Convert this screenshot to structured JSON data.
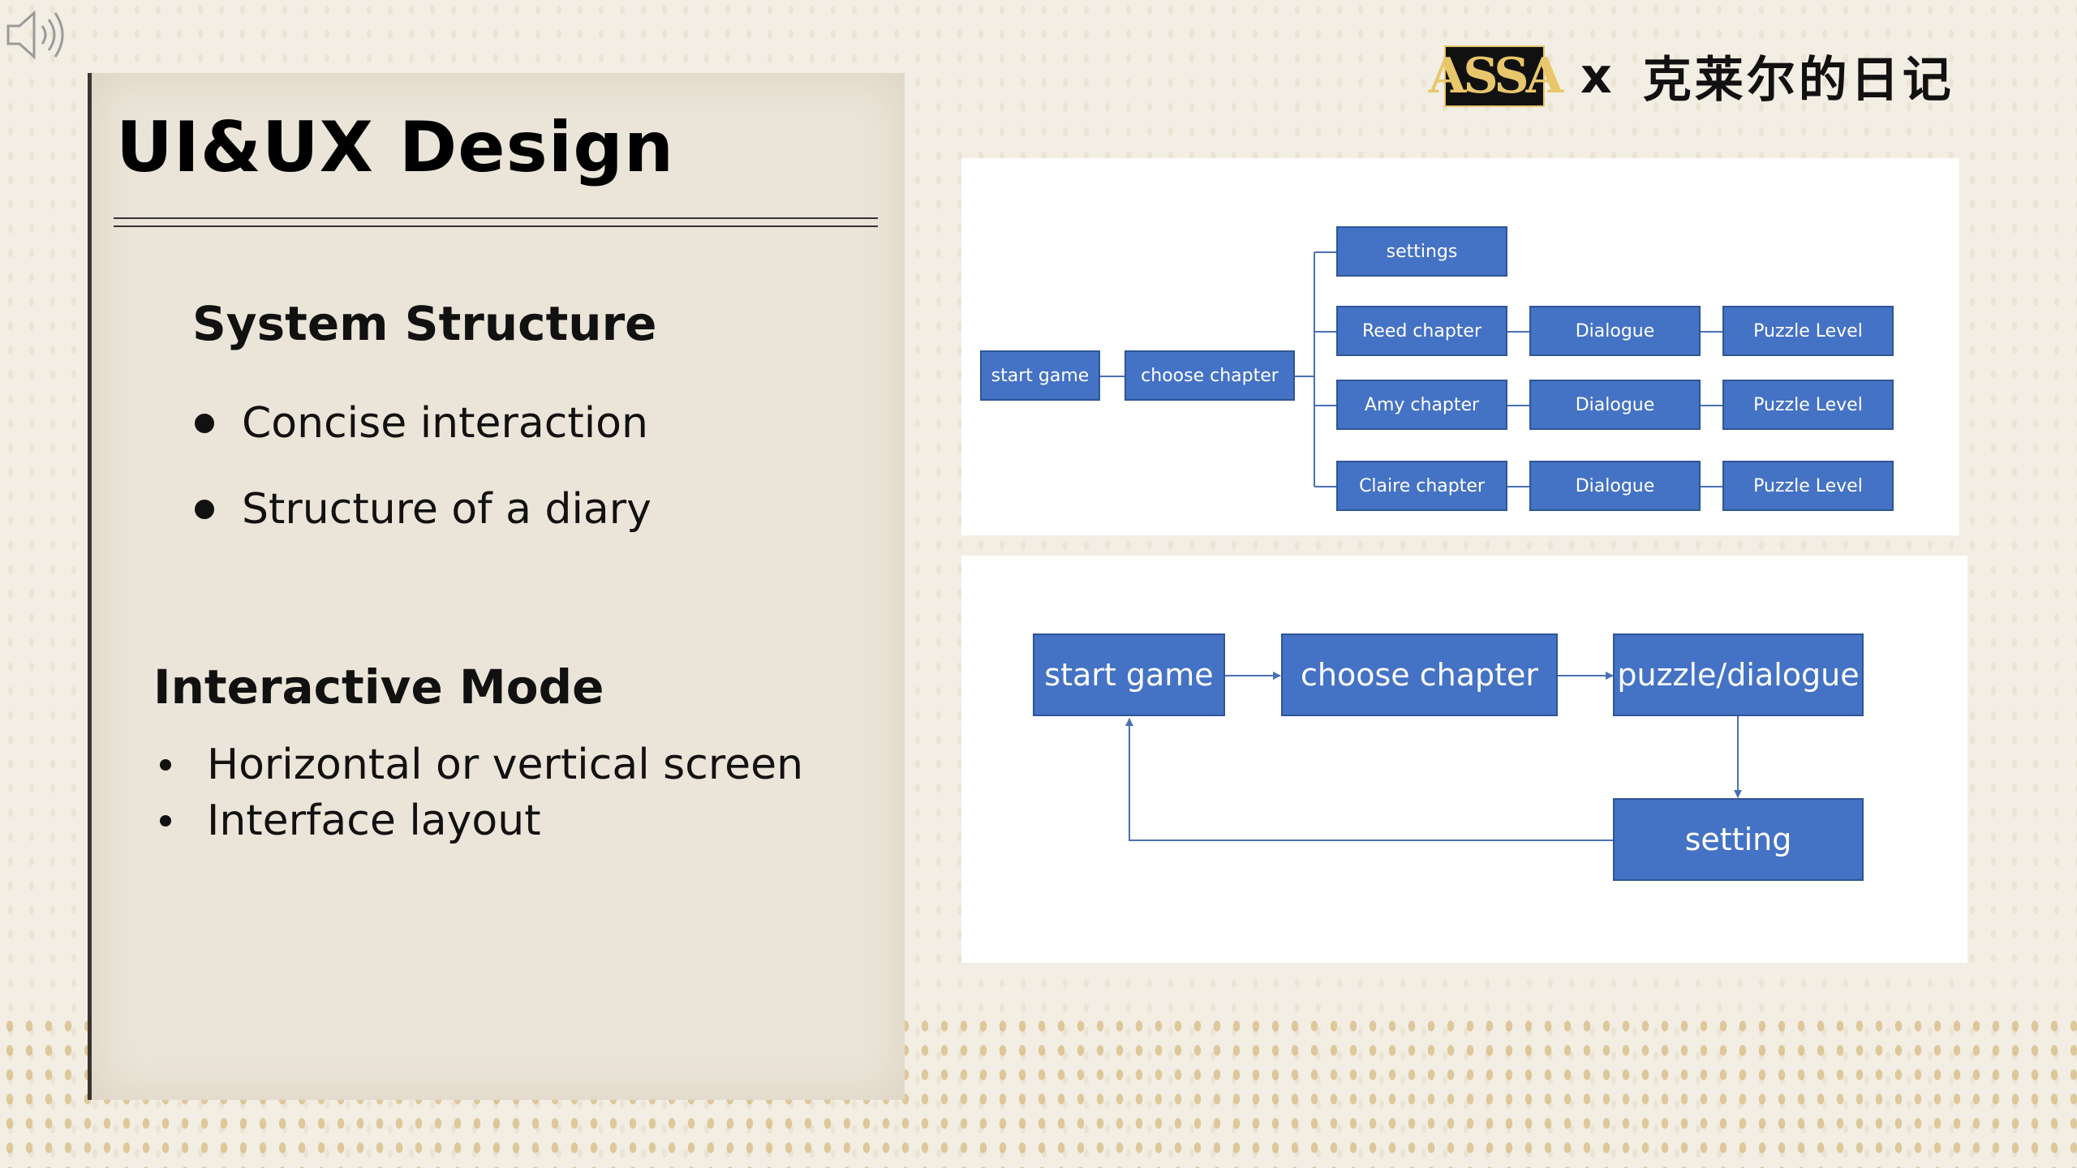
{
  "slide": {
    "title": "UI&UX Design",
    "sections": [
      {
        "heading": "System Structure",
        "bullets": [
          "Concise interaction",
          "Structure of a diary"
        ]
      },
      {
        "heading": "Interactive Mode",
        "bullets": [
          "Horizontal or vertical screen",
          "Interface layout"
        ]
      }
    ]
  },
  "branding": {
    "logo_text": "ASSA",
    "separator": "x",
    "partner": "克莱尔的日记"
  },
  "structure_diagram": {
    "nodes": {
      "start": "start game",
      "choose": "choose chapter",
      "settings": "settings",
      "reed": "Reed chapter",
      "amy": "Amy chapter",
      "claire": "Claire chapter",
      "dialogue": "Dialogue",
      "puzzle": "Puzzle Level"
    }
  },
  "flow_diagram": {
    "nodes": {
      "start": "start game",
      "choose": "choose chapter",
      "puzzle": "puzzle/dialogue",
      "setting": "setting"
    }
  },
  "colors": {
    "node_fill": "#4472c4",
    "node_border": "#2f5597",
    "connector": "#4a6fb5"
  },
  "icons": {
    "audio": "speaker-icon"
  }
}
